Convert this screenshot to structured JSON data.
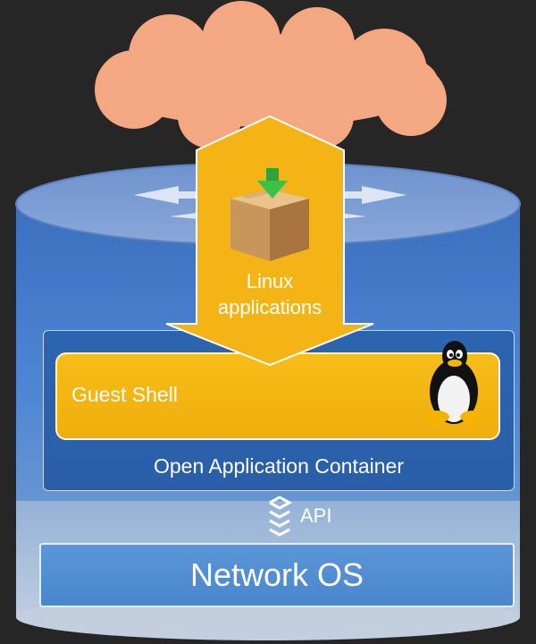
{
  "diagram": {
    "linux_apps_line1": "Linux",
    "linux_apps_line2": "applications",
    "guest_shell": "Guest Shell",
    "container": "Open Application Container",
    "api": "API",
    "network_os": "Network OS"
  },
  "colors": {
    "background": "#262626",
    "cloud": "#f4a882",
    "router_body": "#3f74c4",
    "container_box": "#2d64b0",
    "accent_yellow": "#f5b415",
    "network_os_box": "#4f8bd0",
    "text": "#ffffff"
  },
  "icons": [
    "cloud",
    "router-cylinder",
    "double-headed-arrow",
    "package-icon",
    "download-arrow-icon",
    "tux-penguin-icon",
    "api-stack-icon"
  ]
}
